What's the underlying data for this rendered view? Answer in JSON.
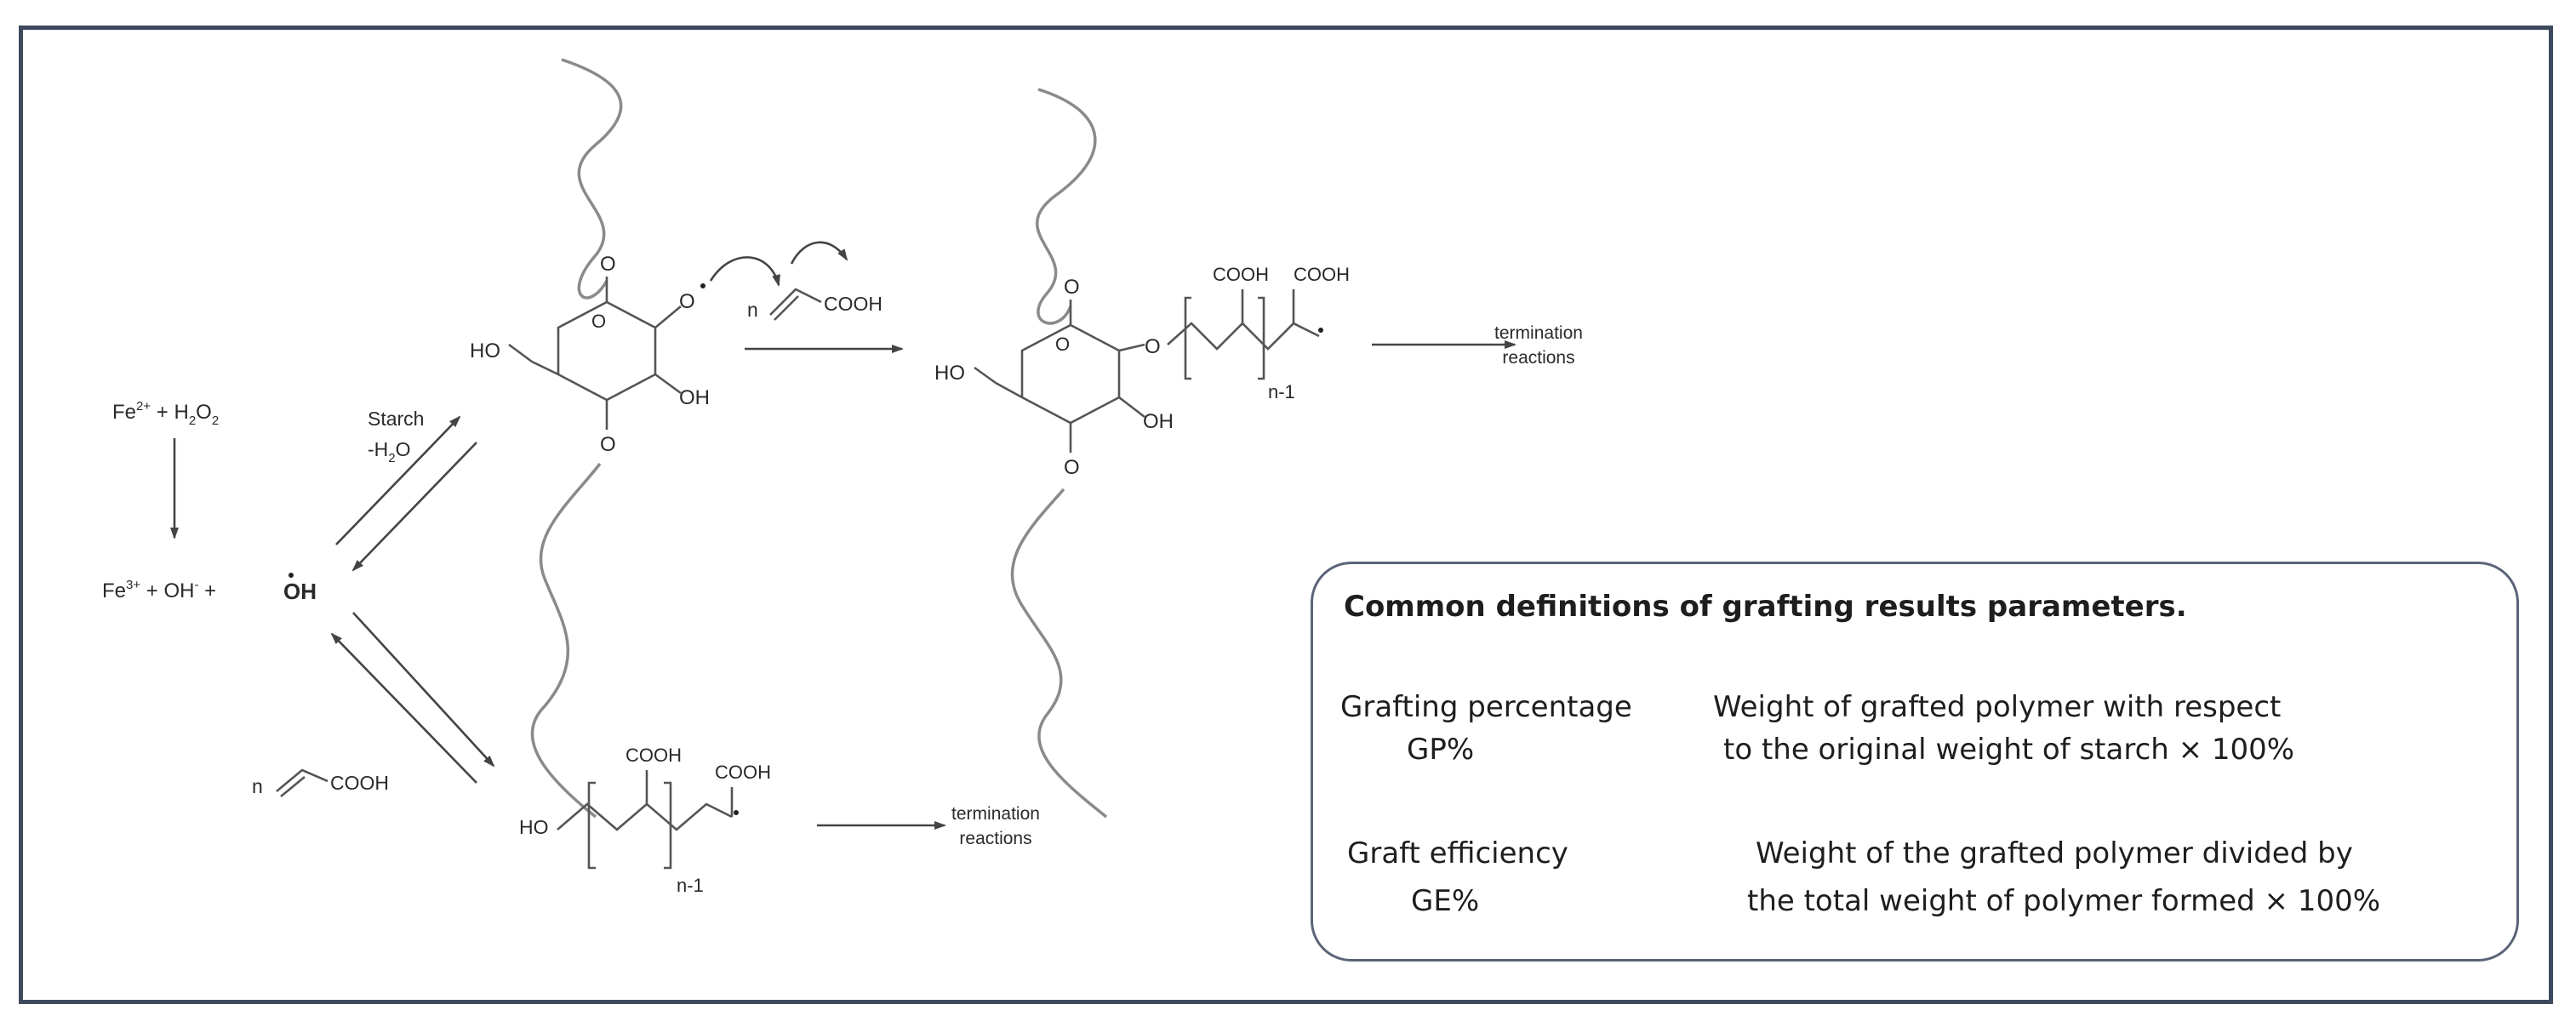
{
  "scheme": {
    "initiation": {
      "fe2_prefix": "Fe",
      "fe2_sup": "2+",
      "plus_h2o2": " + H",
      "h2o2_sub": "2",
      "o2": "O",
      "o2_sub": "2",
      "fe3_prefix": "Fe",
      "fe3_sup": "3+",
      "plus_oh": " + OH",
      "oh_sup": "-",
      "plus": " + ",
      "radical": "OH",
      "starch_label": "Starch",
      "water_label": "-H",
      "water_sub": "2",
      "water_o": "O"
    },
    "monomer_n": "n",
    "monomer_group": "COOH",
    "starch_radical": {
      "ho_left": "HO",
      "oh_right": "OH",
      "o_top": "O",
      "o_ring": "O",
      "o_bottom": "O",
      "o_radical": "O"
    },
    "grafted": {
      "ho_left": "HO",
      "oh_right": "OH",
      "o_top": "O",
      "o_ring": "O",
      "o_bottom": "O",
      "o_link": "O",
      "cooh1": "COOH",
      "cooh2": "COOH",
      "n_minus_1": "n-1"
    },
    "homopolymer": {
      "ho": "HO",
      "cooh1": "COOH",
      "cooh2": "COOH",
      "n_minus_1": "n-1"
    },
    "termination_1": {
      "line1": "termination",
      "line2": "reactions"
    },
    "termination_2": {
      "line1": "termination",
      "line2": "reactions"
    }
  },
  "definitions": {
    "title": "Common definitions of grafting results parameters.",
    "rows": [
      {
        "term": "Grafting percentage",
        "abbr": "GP%",
        "desc_line1": "Weight of grafted polymer with respect",
        "desc_line2": "to the original weight of starch × 100%"
      },
      {
        "term": "Graft efficiency",
        "abbr": "GE%",
        "desc_line1": "Weight of the grafted polymer divided by",
        "desc_line2": "the total weight of polymer formed × 100%"
      }
    ]
  }
}
